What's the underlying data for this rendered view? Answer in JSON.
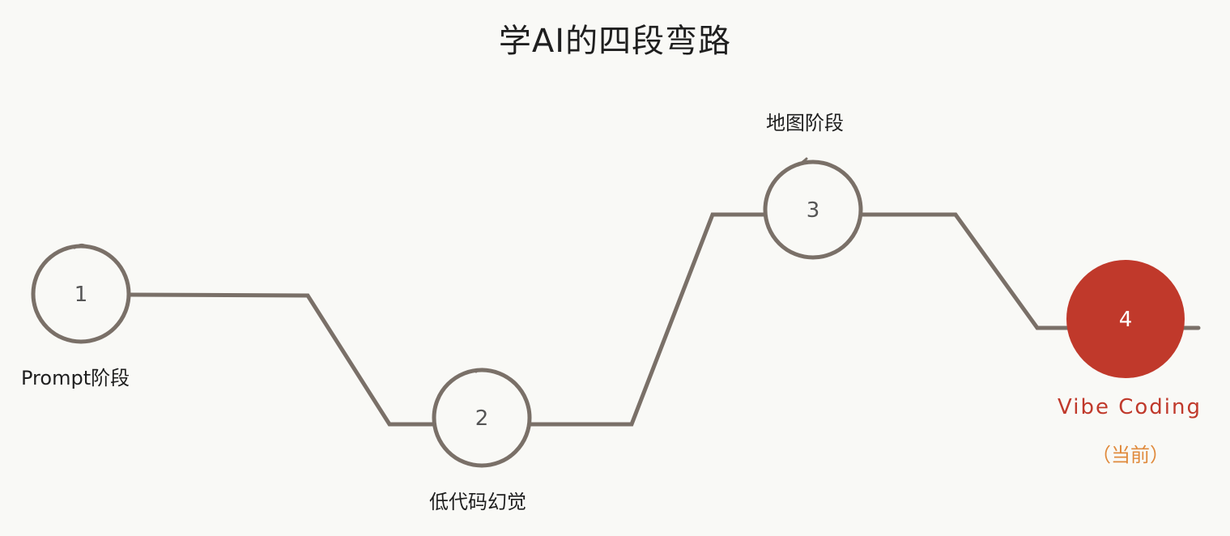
{
  "title": "学AI的四段弯路",
  "stages": [
    {
      "number": "1",
      "label": "Prompt阶段",
      "current": false
    },
    {
      "number": "2",
      "label": "低代码幻觉",
      "current": false
    },
    {
      "number": "3",
      "label": "地图阶段",
      "current": false
    },
    {
      "number": "4",
      "label": "Vibe Coding",
      "note": "（当前）",
      "current": true
    }
  ],
  "colors": {
    "background": "#f9f9f6",
    "line": "#7a7068",
    "current_fill": "#c0392b",
    "current_label": "#c0392b",
    "current_note": "#e08a3c"
  }
}
